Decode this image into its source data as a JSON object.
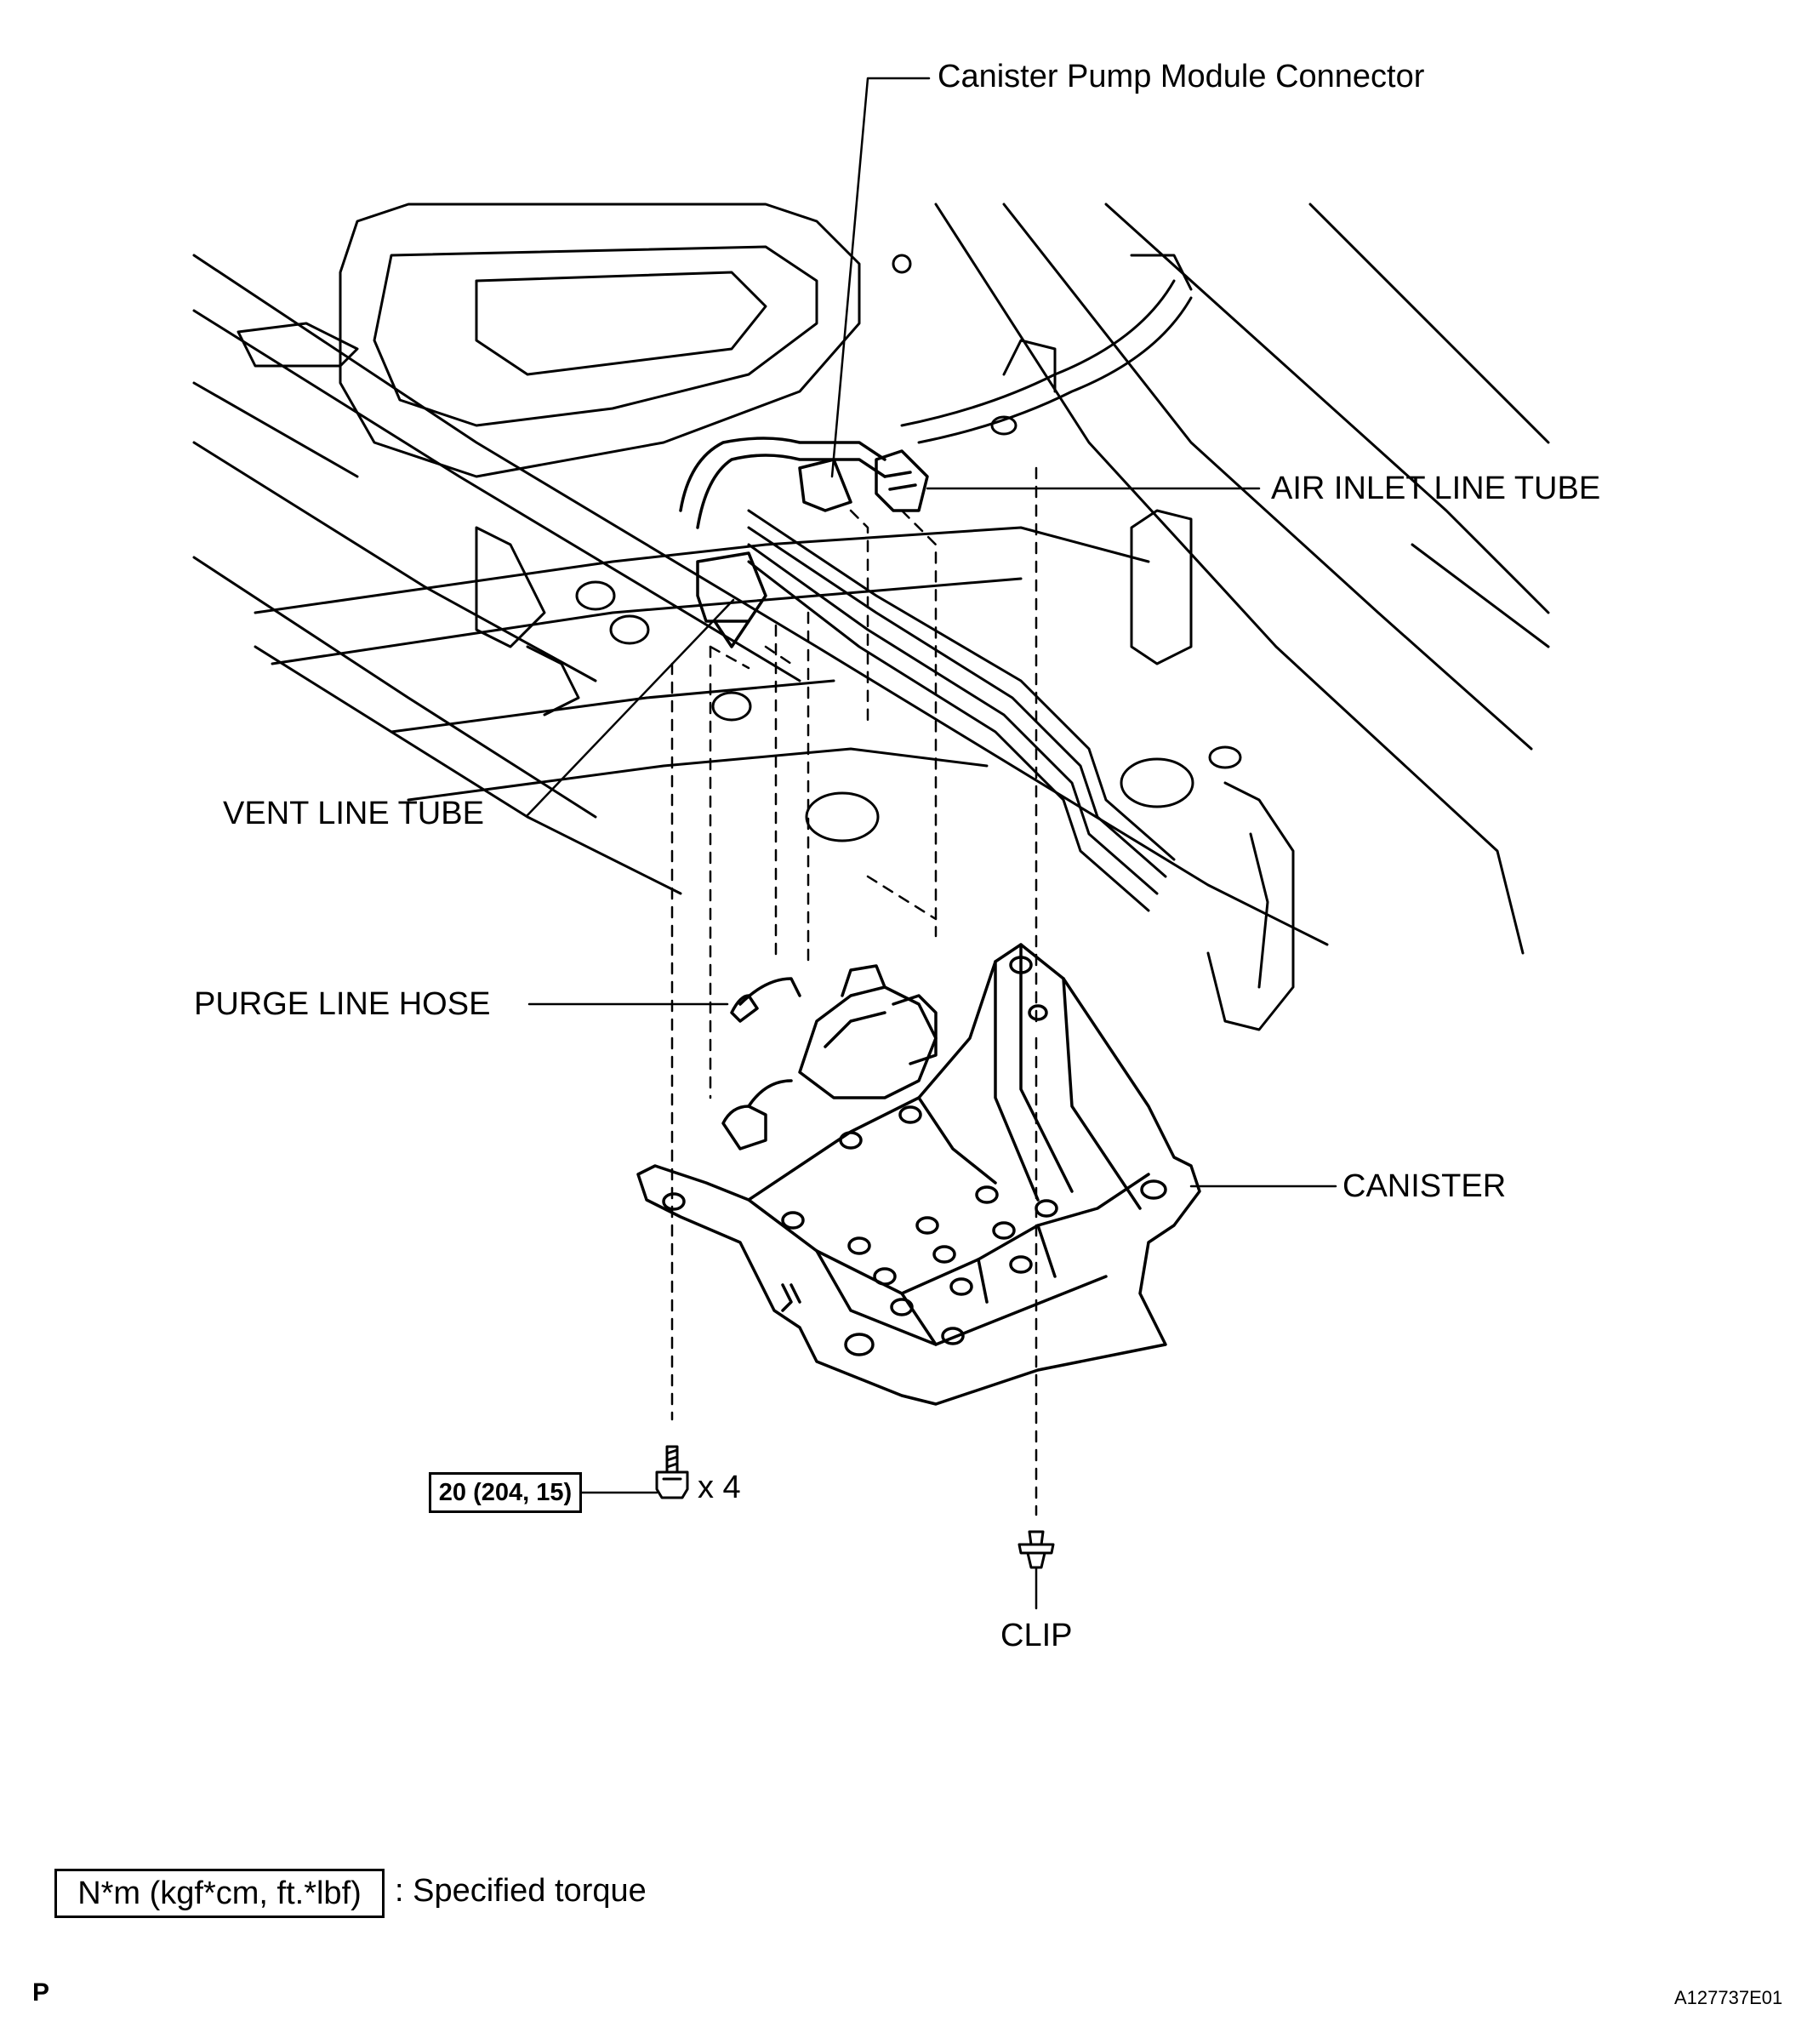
{
  "labels": {
    "canister_pump_module_connector": "Canister Pump Module Connector",
    "air_inlet_line_tube": "AIR INLET LINE TUBE",
    "vent_line_tube": "VENT LINE TUBE",
    "purge_line_hose": "PURGE LINE HOSE",
    "canister": "CANISTER",
    "clip": "CLIP"
  },
  "fastener": {
    "torque_value": "20 (204, 15)",
    "quantity": "x 4"
  },
  "legend": {
    "units": "N*m (kgf*cm, ft.*lbf)",
    "description": ": Specified torque"
  },
  "footer": {
    "page_letter": "P",
    "figure_id": "A127737E01"
  }
}
